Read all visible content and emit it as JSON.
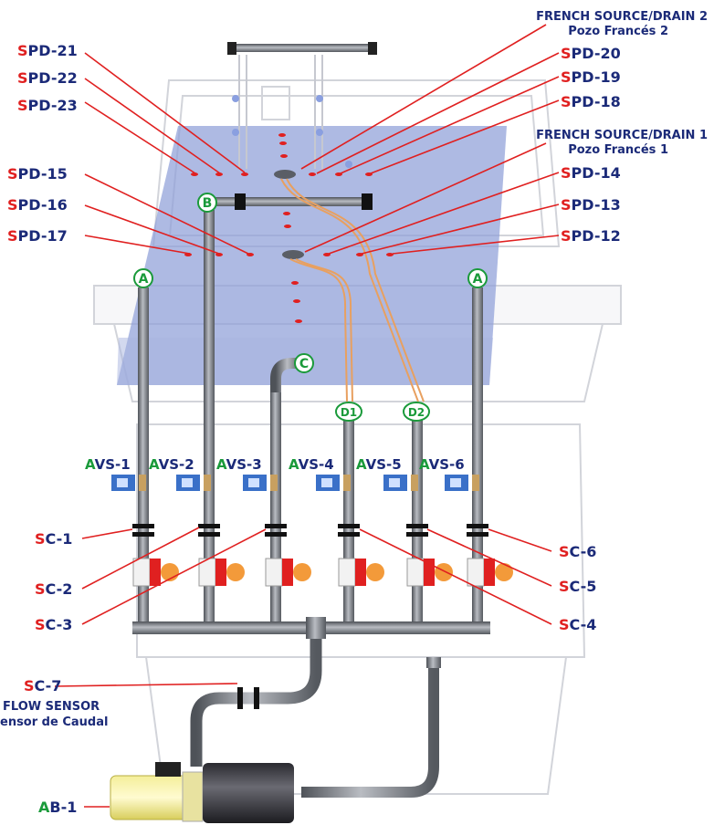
{
  "labels": {
    "french_source_2": {
      "title": "FRENCH SOURCE/DRAIN 2",
      "subtitle": "Pozo Francés 2"
    },
    "french_source_1": {
      "title": "FRENCH SOURCE/DRAIN 1",
      "subtitle": "Pozo Francés 1"
    },
    "spd_left": [
      {
        "prefix": "S",
        "rest": "PD-21"
      },
      {
        "prefix": "S",
        "rest": "PD-22"
      },
      {
        "prefix": "S",
        "rest": "PD-23"
      },
      {
        "prefix": "S",
        "rest": "PD-15"
      },
      {
        "prefix": "S",
        "rest": "PD-16"
      },
      {
        "prefix": "S",
        "rest": "PD-17"
      }
    ],
    "spd_right": [
      {
        "prefix": "S",
        "rest": "PD-20"
      },
      {
        "prefix": "S",
        "rest": "PD-19"
      },
      {
        "prefix": "S",
        "rest": "PD-18"
      },
      {
        "prefix": "S",
        "rest": "PD-14"
      },
      {
        "prefix": "S",
        "rest": "PD-13"
      },
      {
        "prefix": "S",
        "rest": "PD-12"
      }
    ],
    "avs": [
      {
        "prefix": "A",
        "rest": "VS-1"
      },
      {
        "prefix": "A",
        "rest": "VS-2"
      },
      {
        "prefix": "A",
        "rest": "VS-3"
      },
      {
        "prefix": "A",
        "rest": "VS-4"
      },
      {
        "prefix": "A",
        "rest": "VS-5"
      },
      {
        "prefix": "A",
        "rest": "VS-6"
      }
    ],
    "sc_left": [
      {
        "prefix": "S",
        "rest": "C-1"
      },
      {
        "prefix": "S",
        "rest": "C-2"
      },
      {
        "prefix": "S",
        "rest": "C-3"
      }
    ],
    "sc_right": [
      {
        "prefix": "S",
        "rest": "C-6"
      },
      {
        "prefix": "S",
        "rest": "C-5"
      },
      {
        "prefix": "S",
        "rest": "C-4"
      }
    ],
    "sc7": {
      "prefix": "S",
      "rest": "C-7",
      "line1": "FLOW SENSOR",
      "line2": "ensor de Caudal"
    },
    "ab1": {
      "prefix": "A",
      "rest": "B-1"
    }
  },
  "connectors": {
    "a_left": "A",
    "a_right": "A",
    "b": "B",
    "c": "C",
    "d1": "D1",
    "d2": "D2"
  },
  "colors": {
    "navy": "#1b2a78",
    "red": "#e02020",
    "green": "#1a9a3a",
    "tank_blue": "#8fa0d8",
    "pipe": "#7a7e86"
  }
}
